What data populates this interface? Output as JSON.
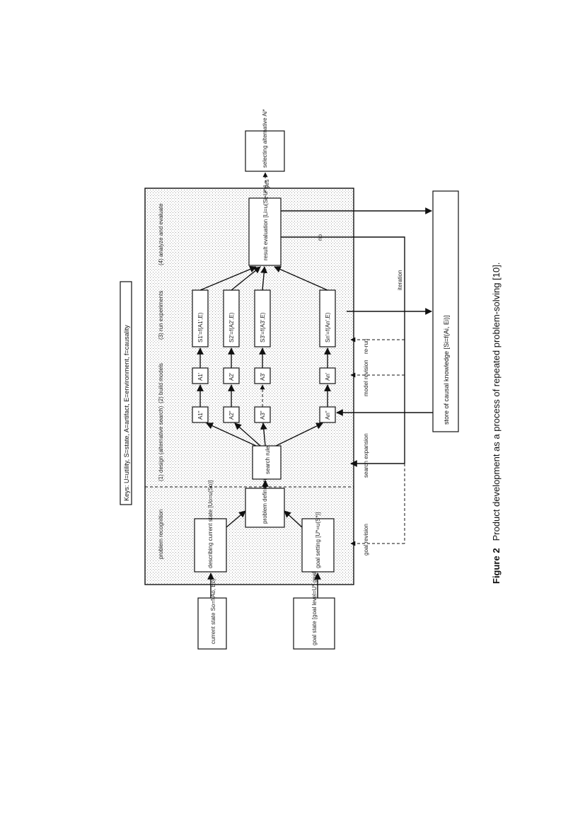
{
  "keys": "Keys: U=utility, S=state, A=artifact, E=environment, f=causality",
  "phases": {
    "problem_recognition": "problem recognition",
    "design": "(1) design (alternative search)",
    "build": "(2) build models",
    "run": "(3) run experiments",
    "analyze": "(4) analyze and evaluate"
  },
  "inputs": {
    "current_state": "current state So=f(Ao, Eo)",
    "goal_state": "goal state [goal level=U* goal state=S*]"
  },
  "boxes": {
    "describing": "describing current state [Uo=u(So)]",
    "goal_setting": "goal setting [U*=u(S*)]",
    "problem_definition": "problem definition [Uo-U*]",
    "search_rule": "search rule",
    "result_evaluation": "result evaluation [Li=u(Si, U*)]",
    "selecting": "selecting alternative Ai*",
    "store": "store of causal knowledge [Si=f(Ai, Ei)]"
  },
  "alternatives": [
    {
      "design": "A1\"",
      "model": "A1'",
      "experiment": "S1'=f(A1',E)"
    },
    {
      "design": "A2\"",
      "model": "A2'",
      "experiment": "S2'=f(A2',E)"
    },
    {
      "design": "A3\"",
      "model": "A3'",
      "experiment": "S3'=f(A3',E)"
    },
    {
      "design": "An\"",
      "model": "An'",
      "experiment": "Sn'=f(An',E)"
    }
  ],
  "feedback": {
    "yes": "yes",
    "no": "no",
    "iteration": "iteration",
    "refinement": "re-run",
    "model_revision": "model revision",
    "search_expansion": "search expansion",
    "goal_revision": "goal revision"
  },
  "caption": {
    "label": "Figure 2",
    "text": "Product development as a process of repeated problem-solving [10]."
  }
}
